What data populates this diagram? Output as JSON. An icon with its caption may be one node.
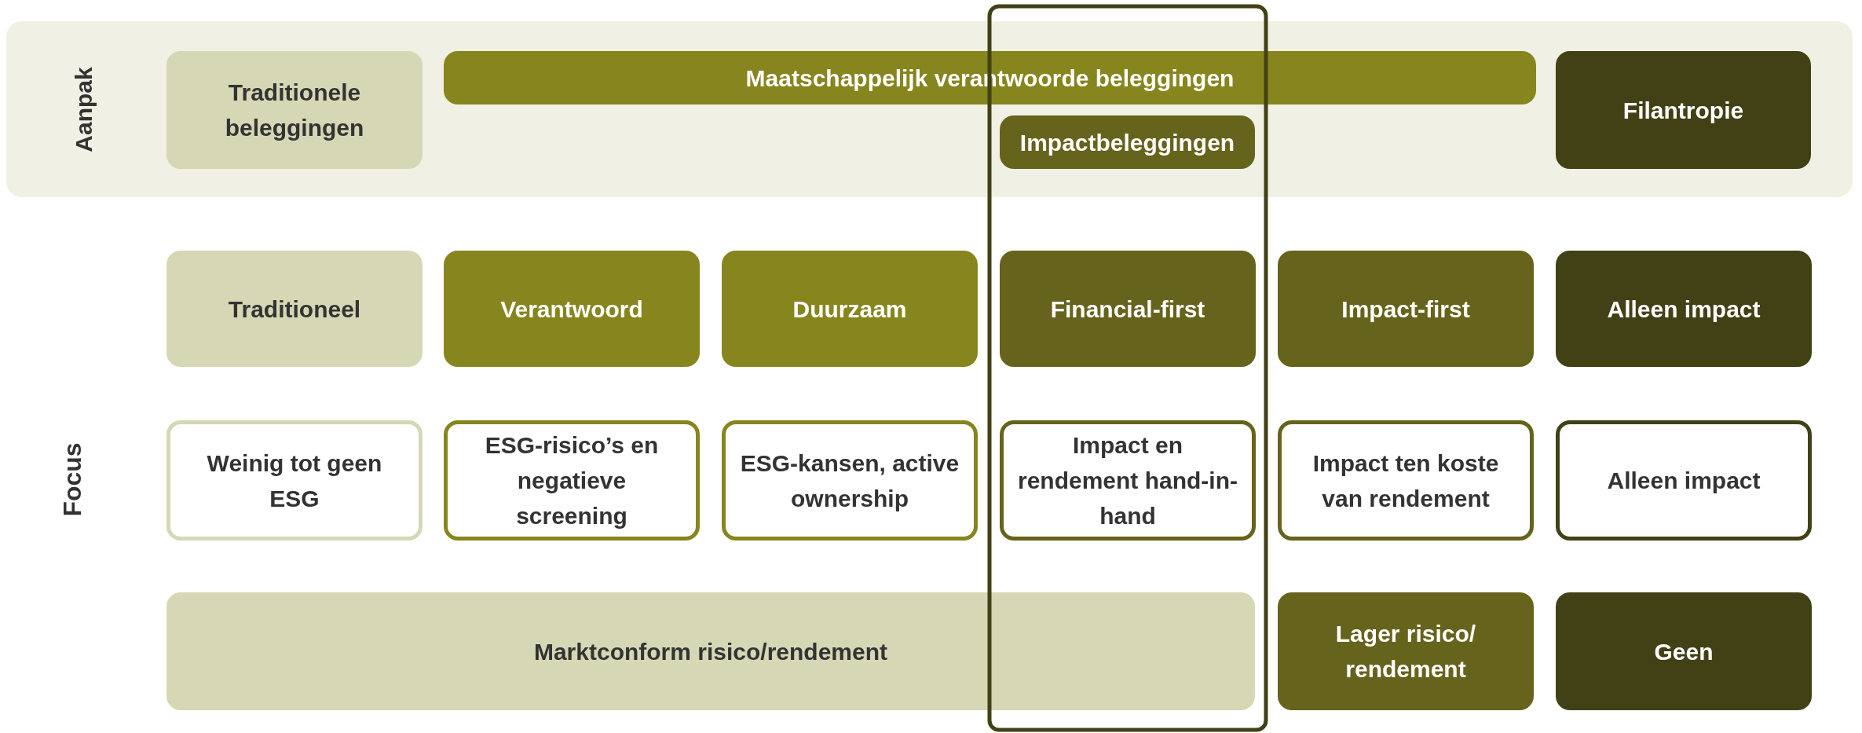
{
  "diagram": {
    "nodes": [
      {
        "text": [
          "Aanpak"
        ]
      },
      {
        "text": [
          "Traditionele beleggingen"
        ],
        "in": 0
      },
      {
        "text": [
          "Maatschappelijk verantwoorde beleggingen"
        ],
        "in": 0
      },
      {
        "text": [
          "Impactbeleggingen"
        ],
        "in": 0
      },
      {
        "text": [
          "Filantropie"
        ],
        "in": 0
      },
      {
        "text": [
          "Traditioneel"
        ]
      },
      {
        "text": [
          "Verantwoord"
        ]
      },
      {
        "text": [
          "Duurzaam"
        ]
      },
      {
        "text": [
          "Financial-first"
        ]
      },
      {
        "text": [
          "Impact-first"
        ]
      },
      {
        "text": [
          "Alleen impact"
        ]
      },
      {
        "text": [
          "Weinig tot geen ESG"
        ]
      },
      {
        "text": [
          "ESG-risico’s en negatieve screening"
        ]
      },
      {
        "text": [
          "ESG-kansen, active ownership"
        ]
      },
      {
        "text": [
          "Impact en rendement hand-in-hand"
        ]
      },
      {
        "text": [
          "Impact ten koste van rendement"
        ]
      },
      {
        "text": [
          "Alleen impact"
        ]
      },
      {
        "text": [
          "Marktconform risico/rendement"
        ]
      },
      {
        "text": [
          "Lager risico/ rendement"
        ]
      },
      {
        "text": [
          "Geen"
        ]
      }
    ],
    "edges": [],
    "labels": [
      "Focus"
    ]
  }
}
